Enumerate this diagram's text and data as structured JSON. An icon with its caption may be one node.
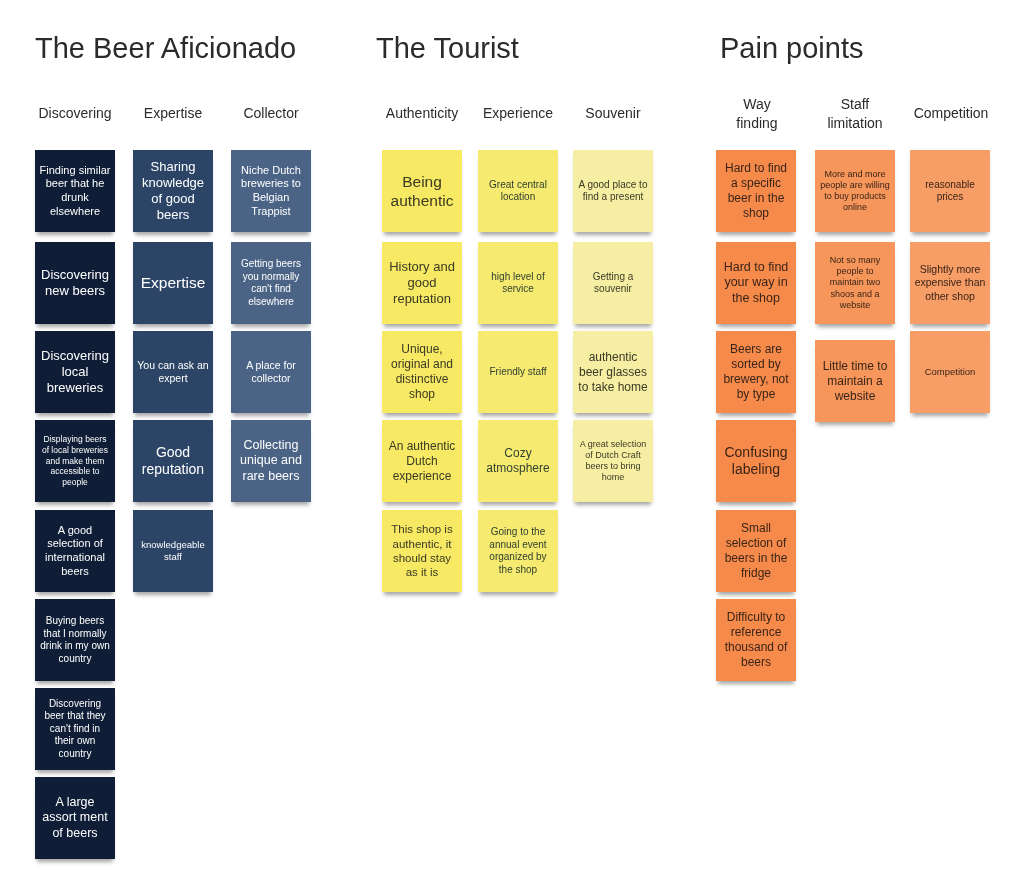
{
  "diagram": {
    "nodes": [
      {
        "text": [
          "Finding similar beer that he drunk elsewhere"
        ]
      },
      {
        "text": [
          "Discovering new beers"
        ]
      },
      {
        "text": [
          "Discovering local breweries"
        ]
      },
      {
        "text": [
          "Displaying beers of local breweries and make them accessible to people"
        ]
      },
      {
        "text": [
          "A good selection of international beers"
        ]
      },
      {
        "text": [
          "Buying beers that I normally drink in my own country"
        ]
      },
      {
        "text": [
          "Discovering beer that they can't find in their own country"
        ]
      },
      {
        "text": [
          "A large assort ment of beers"
        ]
      },
      {
        "text": [
          "Sharing knowledge of good beers"
        ]
      },
      {
        "text": [
          "Expertise"
        ]
      },
      {
        "text": [
          "You can ask an expert"
        ]
      },
      {
        "text": [
          "Good reputation"
        ]
      },
      {
        "text": [
          "knowledgeable staff"
        ]
      },
      {
        "text": [
          "Niche Dutch breweries to Belgian Trappist"
        ]
      },
      {
        "text": [
          "Getting beers you normally can't find elsewhere"
        ]
      },
      {
        "text": [
          "A place for collector"
        ]
      },
      {
        "text": [
          "Collecting unique and rare beers"
        ]
      },
      {
        "text": [
          "Being authentic"
        ]
      },
      {
        "text": [
          "History and good reputation"
        ]
      },
      {
        "text": [
          "Unique, original and distinctive shop"
        ]
      },
      {
        "text": [
          "An authentic Dutch experience"
        ]
      },
      {
        "text": [
          "This shop is authentic, it should stay as it is"
        ]
      },
      {
        "text": [
          "Great central location"
        ]
      },
      {
        "text": [
          "high level of service"
        ]
      },
      {
        "text": [
          "Friendly staff"
        ]
      },
      {
        "text": [
          "Cozy atmosphere"
        ]
      },
      {
        "text": [
          "Going to the annual event organized by the shop"
        ]
      },
      {
        "text": [
          "A good place to find a present"
        ]
      },
      {
        "text": [
          "Getting a souvenir"
        ]
      },
      {
        "text": [
          "authentic beer glasses to take home"
        ]
      },
      {
        "text": [
          "A great selection of Dutch Craft beers to bring home"
        ]
      },
      {
        "text": [
          "Hard to find a specific beer in the shop"
        ]
      },
      {
        "text": [
          "Hard to find your way in the shop"
        ]
      },
      {
        "text": [
          "Beers are sorted by brewery, not by type"
        ]
      },
      {
        "text": [
          "Confusing labeling"
        ]
      },
      {
        "text": [
          "Small selection of beers in the fridge"
        ]
      },
      {
        "text": [
          "Difficulty to reference thousand of beers"
        ]
      },
      {
        "text": [
          "More and more people are willing to buy products online"
        ]
      },
      {
        "text": [
          "Not so many people to maintain two shoos and a website"
        ]
      },
      {
        "text": [
          "Little time to maintain a website"
        ]
      },
      {
        "text": [
          "reasonable prices"
        ]
      },
      {
        "text": [
          "Slightly more expensive than other shop"
        ]
      },
      {
        "text": [
          "Competition"
        ]
      }
    ],
    "labels": [
      "The Beer Aficionado",
      "The Tourist",
      "Pain points",
      "Discovering",
      "Expertise",
      "Collector",
      "Authenticity",
      "Experience",
      "Souvenir",
      "Way finding",
      "Staff limitation",
      "Competition"
    ]
  }
}
